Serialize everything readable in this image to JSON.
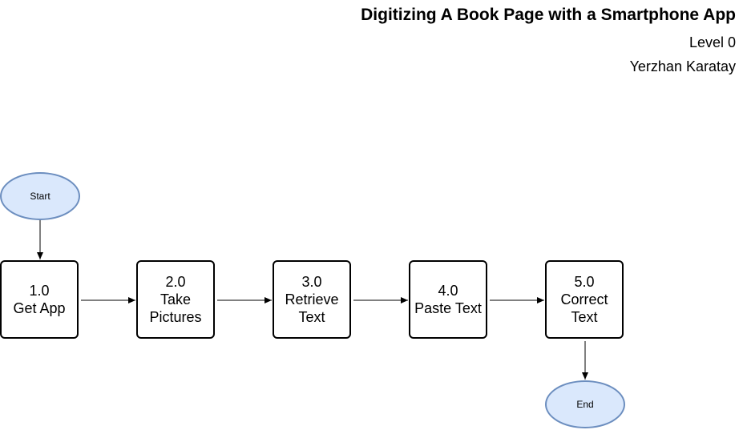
{
  "header": {
    "title": "Digitizing A Book Page with a Smartphone App",
    "level": "Level 0",
    "author": "Yerzhan Karatay"
  },
  "terminals": {
    "start": "Start",
    "end": "End"
  },
  "steps": [
    {
      "number": "1.0",
      "label": "Get App"
    },
    {
      "number": "2.0",
      "label": "Take Pictures"
    },
    {
      "number": "3.0",
      "label": "Retrieve Text"
    },
    {
      "number": "4.0",
      "label": "Paste Text"
    },
    {
      "number": "5.0",
      "label": "Correct Text"
    }
  ],
  "colors": {
    "terminal_fill": "#dae8fc",
    "terminal_stroke": "#6c8ebf",
    "box_stroke": "#000000"
  }
}
